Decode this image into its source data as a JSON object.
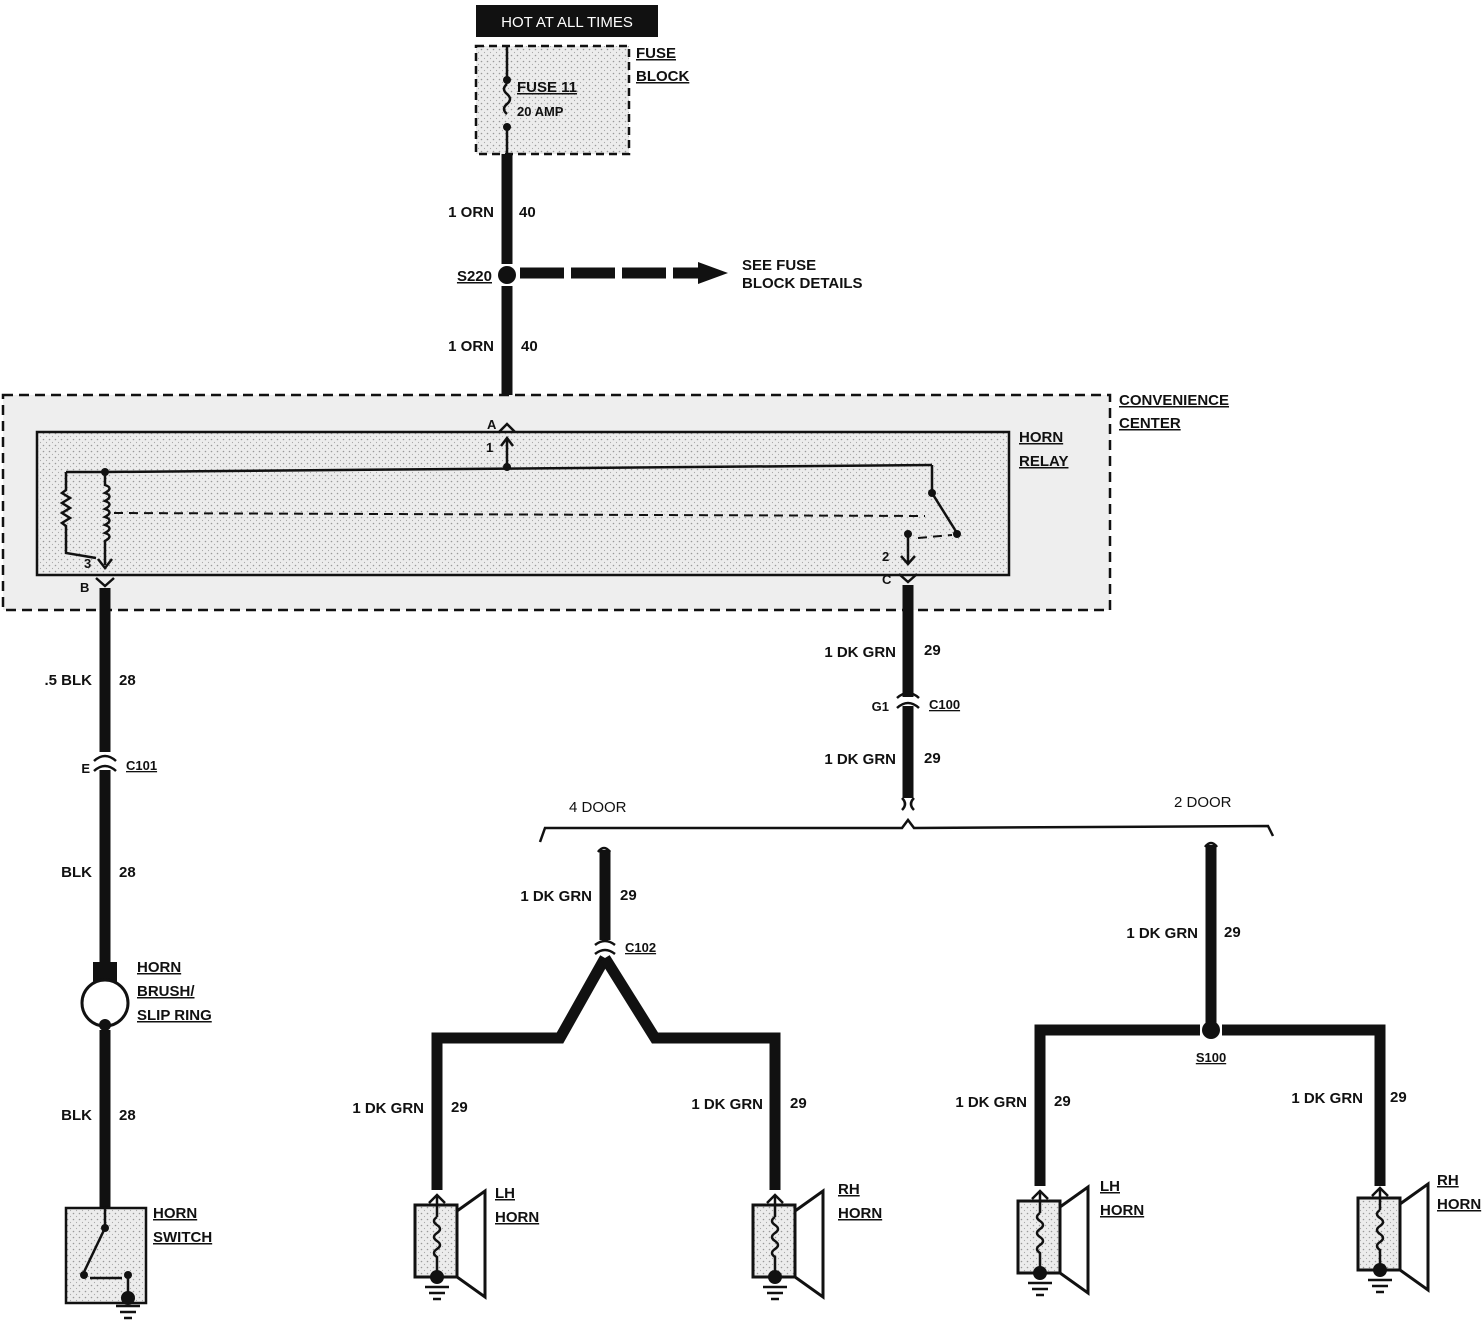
{
  "power": {
    "hot_label": "HOT AT ALL TIMES",
    "fuse_block_label_1": "FUSE",
    "fuse_block_label_2": "BLOCK",
    "fuse_name": "FUSE 11",
    "fuse_rating": "20 AMP"
  },
  "feed": {
    "wire1_spec": "1 ORN",
    "wire1_circuit": "40",
    "splice": "S220",
    "see_details_1": "SEE FUSE",
    "see_details_2": "BLOCK DETAILS",
    "wire2_spec": "1 ORN",
    "wire2_circuit": "40"
  },
  "convenience_center": {
    "label_1": "CONVENIENCE",
    "label_2": "CENTER",
    "relay_label_1": "HORN",
    "relay_label_2": "RELAY",
    "pin_A": "A",
    "pin_1": "1",
    "pin_B": "B",
    "pin_3": "3",
    "pin_C": "C",
    "pin_2": "2"
  },
  "switch_side": {
    "wire1_spec": ".5 BLK",
    "wire1_circuit": "28",
    "connector_pin": "E",
    "connector": "C101",
    "wire2_spec": "BLK",
    "wire2_circuit": "28",
    "brush_label_1": "HORN",
    "brush_label_2": "BRUSH/",
    "brush_label_3": "SLIP RING",
    "wire3_spec": "BLK",
    "wire3_circuit": "28",
    "switch_label_1": "HORN",
    "switch_label_2": "SWITCH"
  },
  "horn_side": {
    "wire1_spec": "1 DK GRN",
    "wire1_circuit": "29",
    "connector_pin": "G1",
    "connector": "C100",
    "wire2_spec": "1 DK GRN",
    "wire2_circuit": "29",
    "four_door_label": "4 DOOR",
    "two_door_label": "2 DOOR"
  },
  "four_door": {
    "wire_spec": "1 DK GRN",
    "wire_circuit": "29",
    "connector": "C102",
    "left_spec": "1 DK GRN",
    "left_circuit": "29",
    "right_spec": "1 DK GRN",
    "right_circuit": "29",
    "lh_1": "LH",
    "lh_2": "HORN",
    "rh_1": "RH",
    "rh_2": "HORN"
  },
  "two_door": {
    "wire_spec": "1 DK GRN",
    "wire_circuit": "29",
    "splice": "S100",
    "left_spec": "1 DK GRN",
    "left_circuit": "29",
    "right_spec": "1 DK GRN",
    "right_circuit": "29",
    "lh_1": "LH",
    "lh_2": "HORN",
    "rh_1": "RH",
    "rh_2": "HORN"
  }
}
